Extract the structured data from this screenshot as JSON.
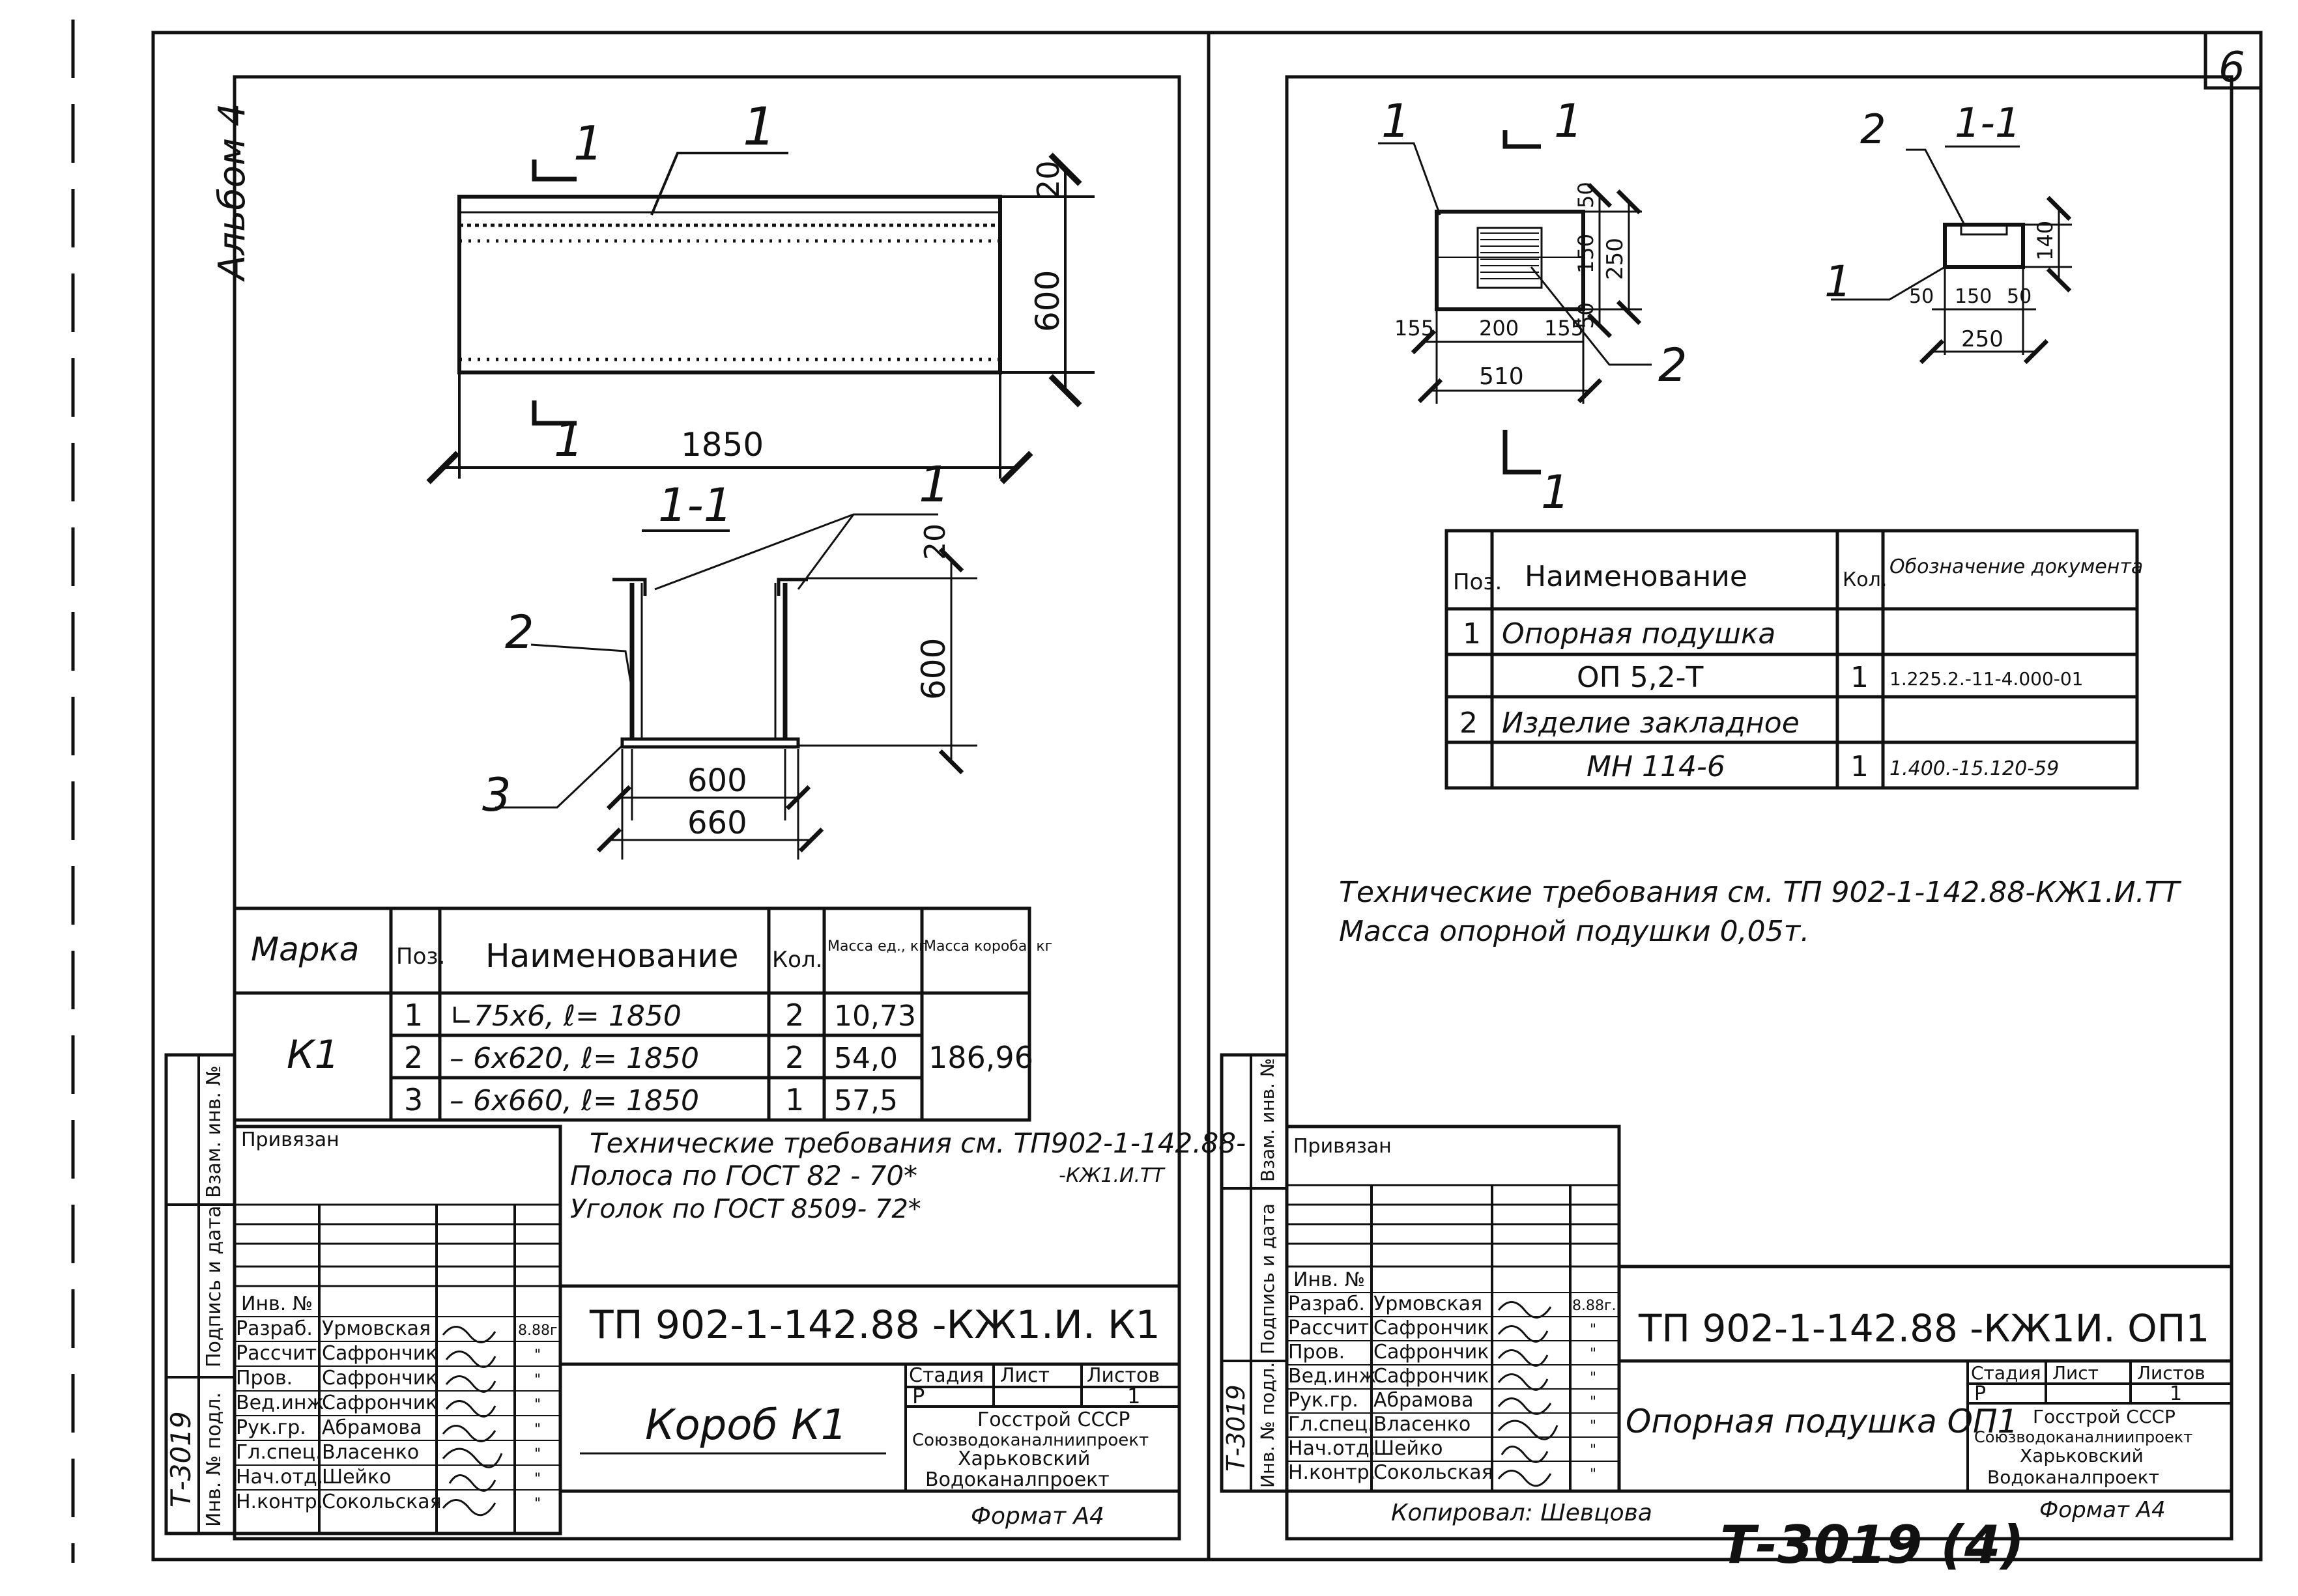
{
  "album": "Альбом 4",
  "page_number": "6",
  "sheet_left": {
    "elevation": {
      "leader": "1",
      "section_mark_top": "1",
      "section_mark_bottom": "1",
      "dim_top": "20",
      "dim_height": "600",
      "dim_length": "1850"
    },
    "section": {
      "title": "1-1",
      "leader_1": "1",
      "leader_2": "2",
      "leader_3": "3",
      "dim_top": "20",
      "dim_height": "600",
      "dim_inner": "600",
      "dim_outer": "660"
    },
    "spec_table": {
      "headers": [
        "Марка",
        "Поз.",
        "Наименование",
        "Кол.",
        "Масса ед., кг",
        "Масса короба, кг"
      ],
      "marka": "К1",
      "total_mass": "186,96",
      "rows": [
        {
          "pos": "1",
          "name": "∟75х6, ℓ= 1850",
          "qty": "2",
          "mass": "10,73"
        },
        {
          "pos": "2",
          "name": "– 6х620, ℓ= 1850",
          "qty": "2",
          "mass": "54,0"
        },
        {
          "pos": "3",
          "name": "– 6х660, ℓ= 1850",
          "qty": "1",
          "mass": "57,5"
        }
      ]
    },
    "notes": [
      "Технические требования см. ТП902-1-142.88-",
      "-КЖ1.И.ТТ",
      "Полоса по ГОСТ 82 - 70*",
      "Уголок по ГОСТ 8509- 72*"
    ],
    "title_block": {
      "privyazan": "Привязан",
      "inv_no": "Инв. №",
      "side_labels": [
        "Взам. инв. №",
        "Подпись и дата",
        "Инв. № подл."
      ],
      "inv_number": "Т-3019",
      "roles": [
        {
          "role": "Разраб.",
          "name": "Урмовская",
          "date": "8.88г."
        },
        {
          "role": "Рассчит.",
          "name": "Сафрончик",
          "date": "\""
        },
        {
          "role": "Пров.",
          "name": "Сафрончик",
          "date": "\""
        },
        {
          "role": "Вед.инж.",
          "name": "Сафрончик",
          "date": "\""
        },
        {
          "role": "Рук.гр.",
          "name": "Абрамова",
          "date": "\""
        },
        {
          "role": "Гл.спец.",
          "name": "Власенко",
          "date": "\""
        },
        {
          "role": "Нач.отд.",
          "name": "Шейко",
          "date": "\""
        },
        {
          "role": "Н.контр.",
          "name": "Сокольская",
          "date": "\""
        }
      ],
      "designation": "ТП 902-1-142.88 -КЖ1.И. К1",
      "title": "Короб К1",
      "stage_header": [
        "Стадия",
        "Лист",
        "Листов"
      ],
      "stage": "Р",
      "sheets": "1",
      "org": [
        "Госстрой СССР",
        "Союзводоканалниипроект",
        "Харьковский",
        "Водоканалпроект"
      ],
      "format": "Формат А4"
    }
  },
  "sheet_right": {
    "plan": {
      "leader_1": "1",
      "leader_2": "2",
      "section_mark_top": "1",
      "section_mark_bottom": "1",
      "dims_vertical": [
        "50",
        "150",
        "250",
        "50"
      ],
      "dims_horizontal": [
        "155",
        "200",
        "155"
      ],
      "dim_total": "510"
    },
    "section": {
      "title": "1-1",
      "leader_1": "1",
      "leader_2": "2",
      "dim_height": "140",
      "dims_horizontal": [
        "50",
        "150",
        "50"
      ],
      "dim_total": "250"
    },
    "spec_table": {
      "headers": [
        "Поз.",
        "Наименование",
        "Кол.",
        "Обозначение документа"
      ],
      "rows": [
        {
          "pos": "1",
          "name": "Опорная подушка",
          "qty": "",
          "doc": ""
        },
        {
          "pos": "",
          "name": "ОП 5,2-Т",
          "qty": "1",
          "doc": "1.225.2.-11-4.000-01"
        },
        {
          "pos": "2",
          "name": "Изделие закладное",
          "qty": "",
          "doc": ""
        },
        {
          "pos": "",
          "name": "МН 114-6",
          "qty": "1",
          "doc": "1.400.-15.120-59"
        }
      ]
    },
    "notes": [
      "Технические требования см. ТП 902-1-142.88-КЖ1.И.ТТ",
      "Масса опорной подушки 0,05т."
    ],
    "title_block": {
      "privyazan": "Привязан",
      "inv_no": "Инв. №",
      "side_labels": [
        "Взам. инв. №",
        "Подпись и дата",
        "Инв. № подл."
      ],
      "inv_number": "Т-3019",
      "roles": [
        {
          "role": "Разраб.",
          "name": "Урмовская",
          "date": "8.88г."
        },
        {
          "role": "Рассчит.",
          "name": "Сафрончик",
          "date": "\""
        },
        {
          "role": "Пров.",
          "name": "Сафрончик",
          "date": "\""
        },
        {
          "role": "Вед.инж.",
          "name": "Сафрончик",
          "date": "\""
        },
        {
          "role": "Рук.гр.",
          "name": "Абрамова",
          "date": "\""
        },
        {
          "role": "Гл.спец.",
          "name": "Власенко",
          "date": "\""
        },
        {
          "role": "Нач.отд.",
          "name": "Шейко",
          "date": "\""
        },
        {
          "role": "Н.контр.",
          "name": "Сокольская",
          "date": "\""
        }
      ],
      "designation": "ТП 902-1-142.88 -КЖ1И. ОП1",
      "title": "Опорная подушка ОП1",
      "stage_header": [
        "Стадия",
        "Лист",
        "Листов"
      ],
      "stage": "Р",
      "sheets": "1",
      "org": [
        "Госстрой СССР",
        "Союзводоканалниипроект",
        "Харьковский",
        "Водоканалпроект"
      ],
      "format": "Формат А4",
      "copied": "Копировал: Шевцова"
    }
  },
  "archive_number": "Т-3019 (4)"
}
